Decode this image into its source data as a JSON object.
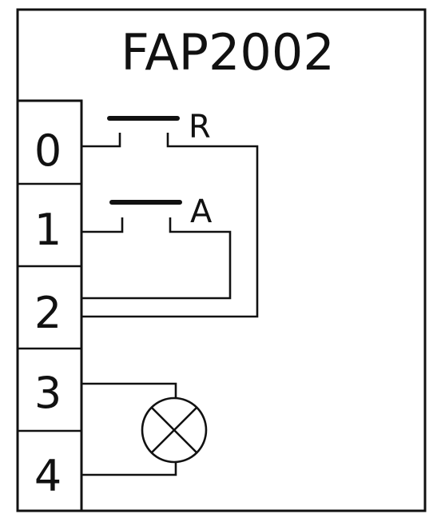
{
  "diagram": {
    "title": "FAP2002",
    "terminals": [
      {
        "label": "0"
      },
      {
        "label": "1"
      },
      {
        "label": "2"
      },
      {
        "label": "3"
      },
      {
        "label": "4"
      }
    ],
    "switches": {
      "r_label": "R",
      "a_label": "A"
    },
    "components": {
      "lamp_icon": "lamp-icon"
    },
    "colors": {
      "line": "#111111",
      "background": "#ffffff"
    }
  }
}
